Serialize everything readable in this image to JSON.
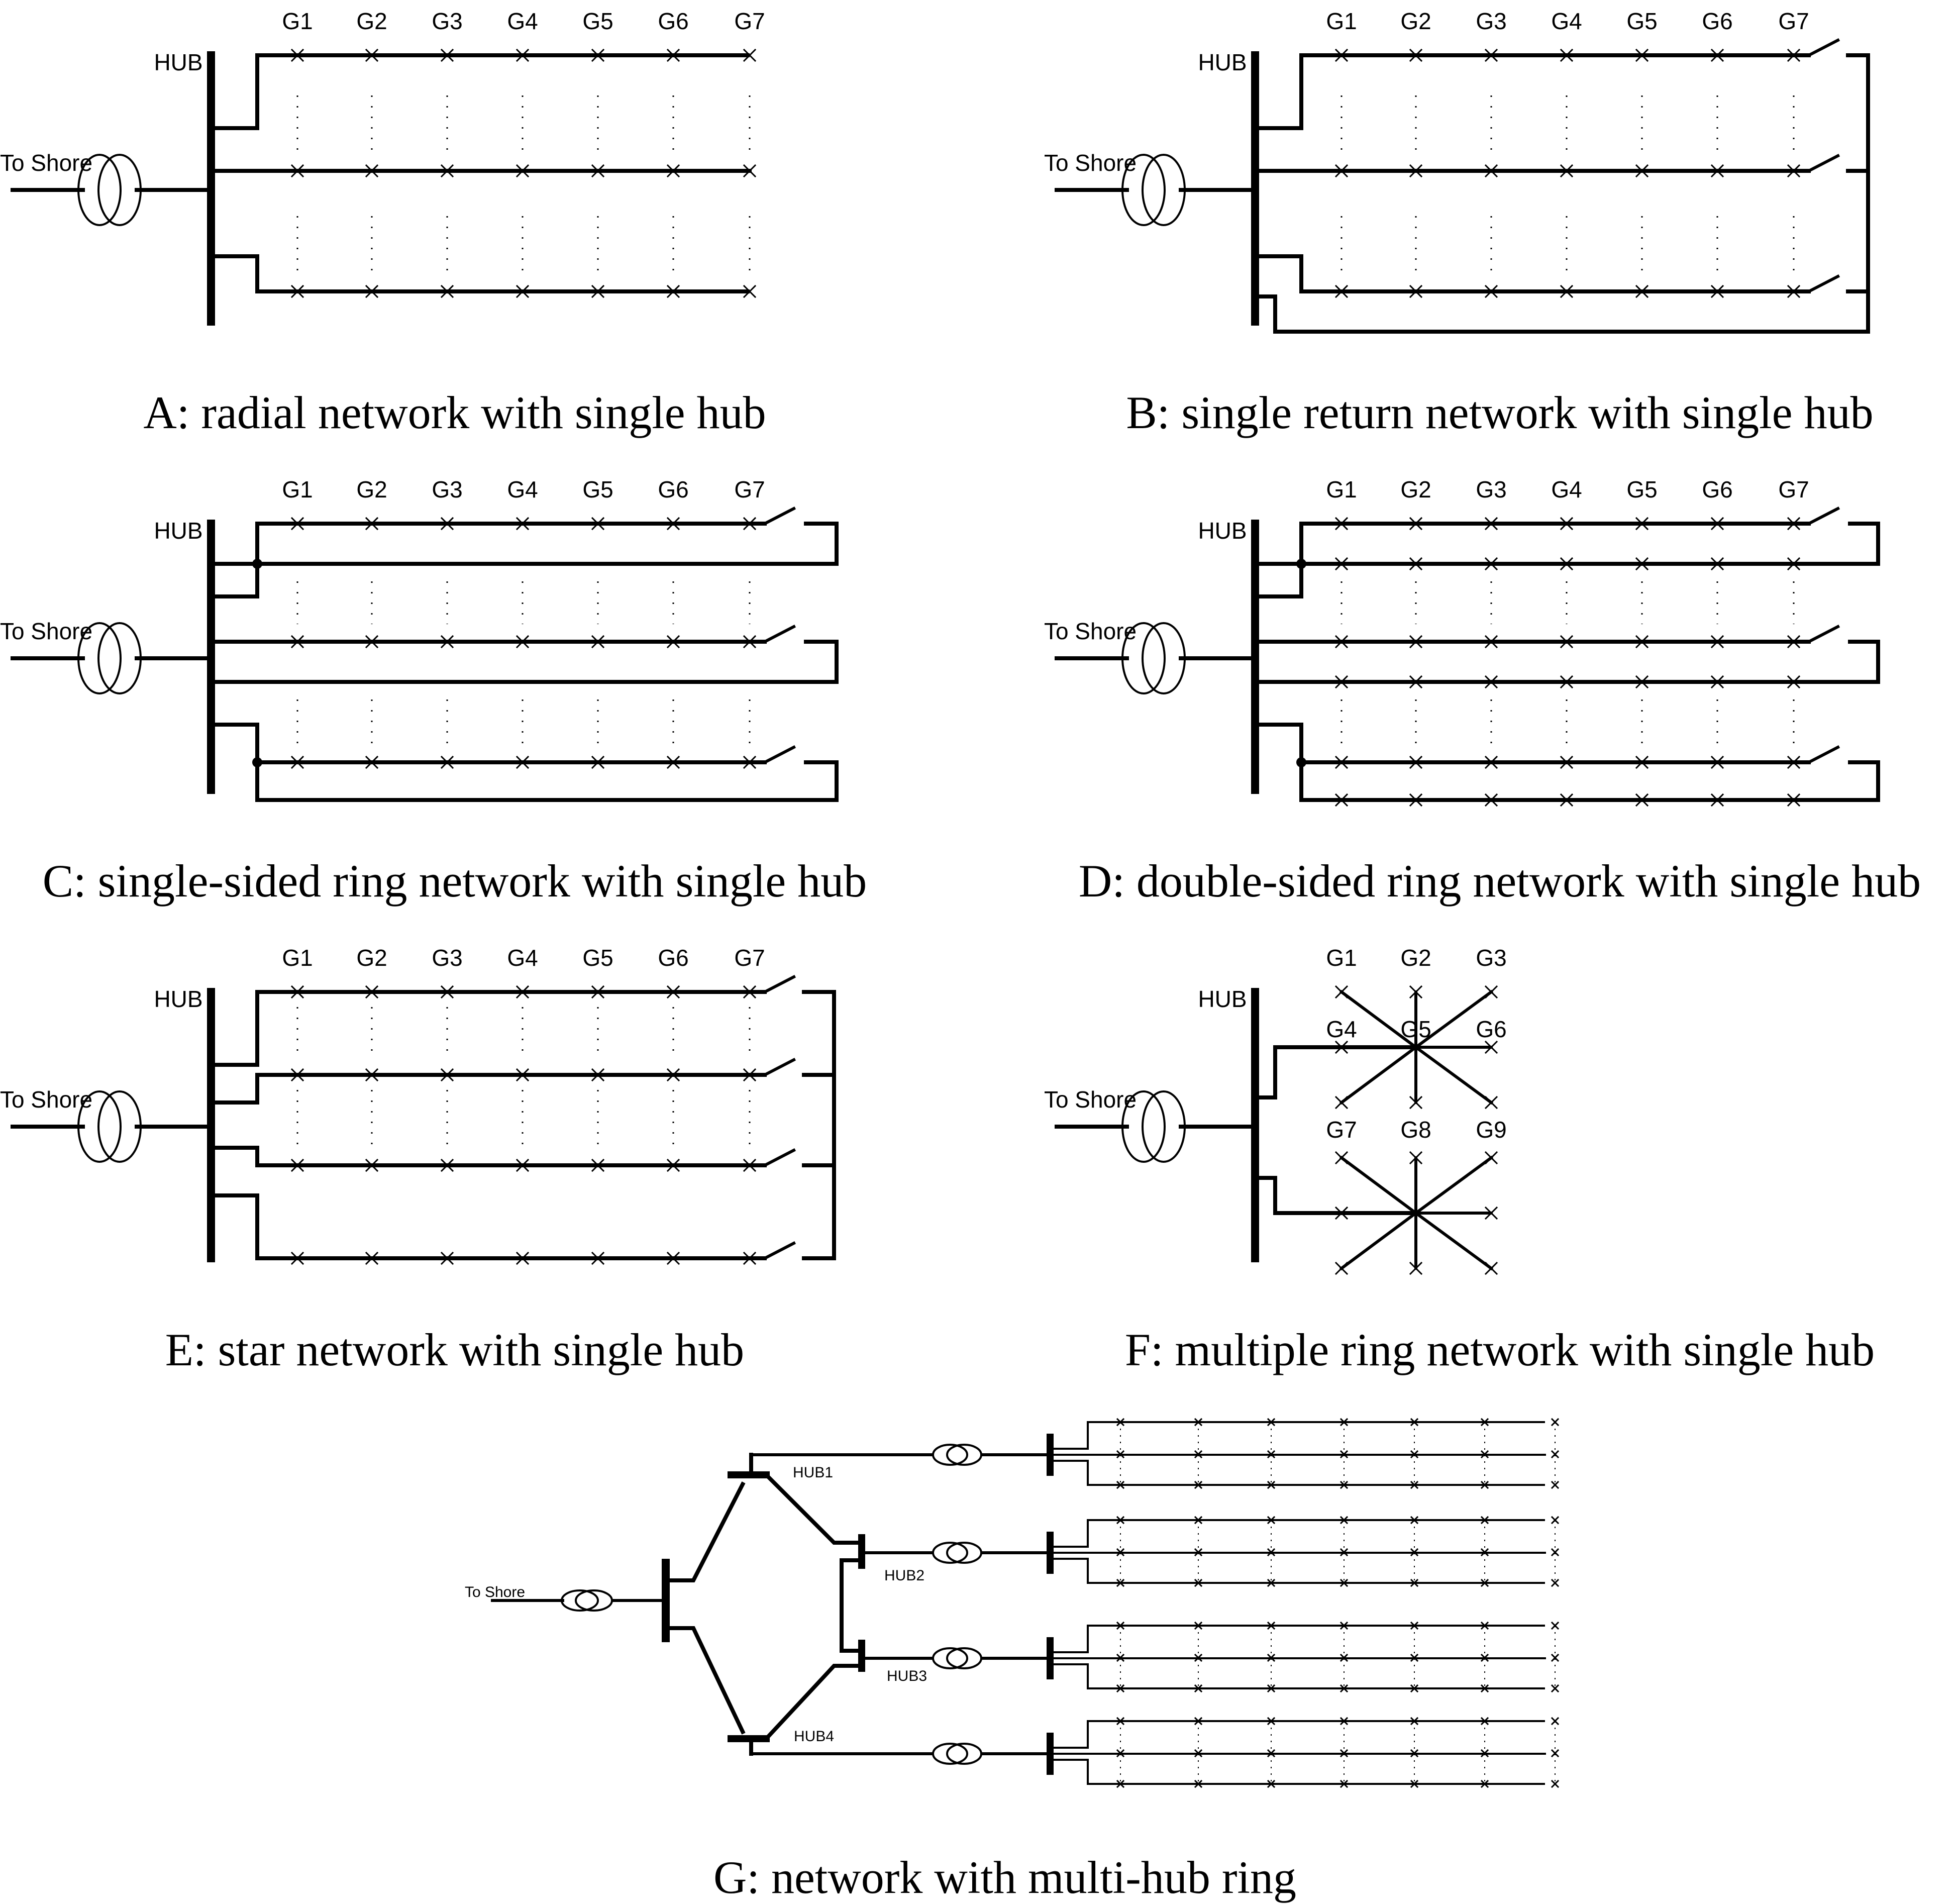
{
  "common": {
    "hub_label": "HUB",
    "shore_label": "To Shore",
    "generators_7": [
      "G1",
      "G2",
      "G3",
      "G4",
      "G5",
      "G6",
      "G7"
    ]
  },
  "panels": {
    "A": {
      "caption": "A: radial network with single hub"
    },
    "B": {
      "caption": "B: single return network with single hub"
    },
    "C": {
      "caption": "C: single-sided ring network with single hub"
    },
    "D": {
      "caption": "D: double-sided ring network with single hub"
    },
    "E": {
      "caption": "E: star network with single hub"
    },
    "F": {
      "caption": "F: multiple ring network with single hub",
      "generators": [
        "G1",
        "G2",
        "G3",
        "G4",
        "G5",
        "G6",
        "G7",
        "G8",
        "G9"
      ]
    },
    "G": {
      "caption": "G: network with multi-hub ring",
      "shore_label": "To Shore",
      "hubs": [
        "HUB1",
        "HUB2",
        "HUB3",
        "HUB4"
      ]
    }
  }
}
